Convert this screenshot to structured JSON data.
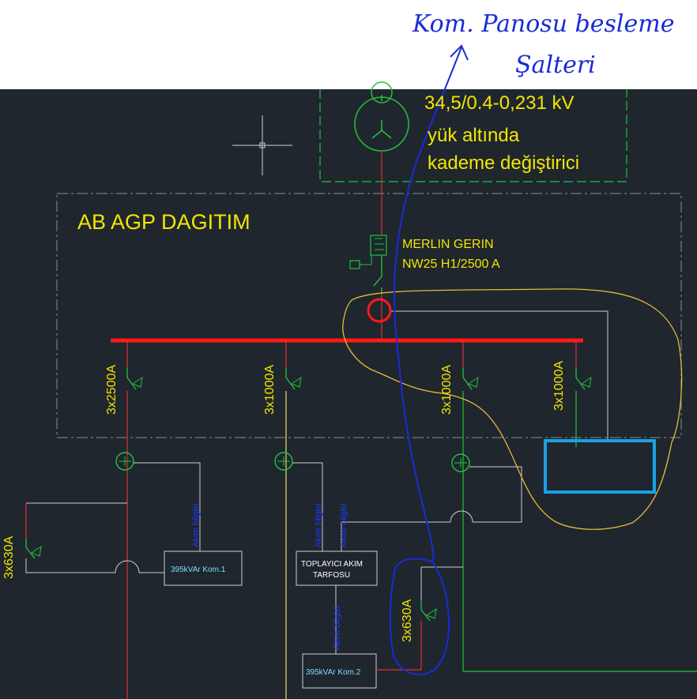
{
  "annotation": {
    "line1": "Kom. Panosu besleme",
    "line2": "Şalteri"
  },
  "transformer": {
    "rating": "34,5/0.4-0,231 kV",
    "line2": "yük altında",
    "line3": "kademe değiştirici"
  },
  "panel": {
    "title": "AB AGP DAGITIM"
  },
  "main_breaker": {
    "line1": "MERLIN GERIN",
    "line2": "NW25 H1/2500 A"
  },
  "feeders": [
    {
      "rating": "3x2500A"
    },
    {
      "rating": "3x1000A"
    },
    {
      "rating": "3x1000A"
    },
    {
      "rating": "3x1000A"
    }
  ],
  "sub_breakers": [
    {
      "rating": "3x630A"
    },
    {
      "rating": "3x630A"
    }
  ],
  "ct_labels": {
    "label": "Akım bilgisi"
  },
  "boxes": {
    "comp1": "395kVAr Kom.1",
    "summing_ct_line1": "TOPLAYICI AKIM",
    "summing_ct_line2": "TARFOSU",
    "comp2": "395kVAr Kom.2"
  },
  "colors": {
    "background": "#1f262e",
    "busbar": "#ff1a1a",
    "label": "#f2e600",
    "green": "#22c33a",
    "highlight_box": "#1ba1e6",
    "hand_ink": "#1a2bd6"
  }
}
